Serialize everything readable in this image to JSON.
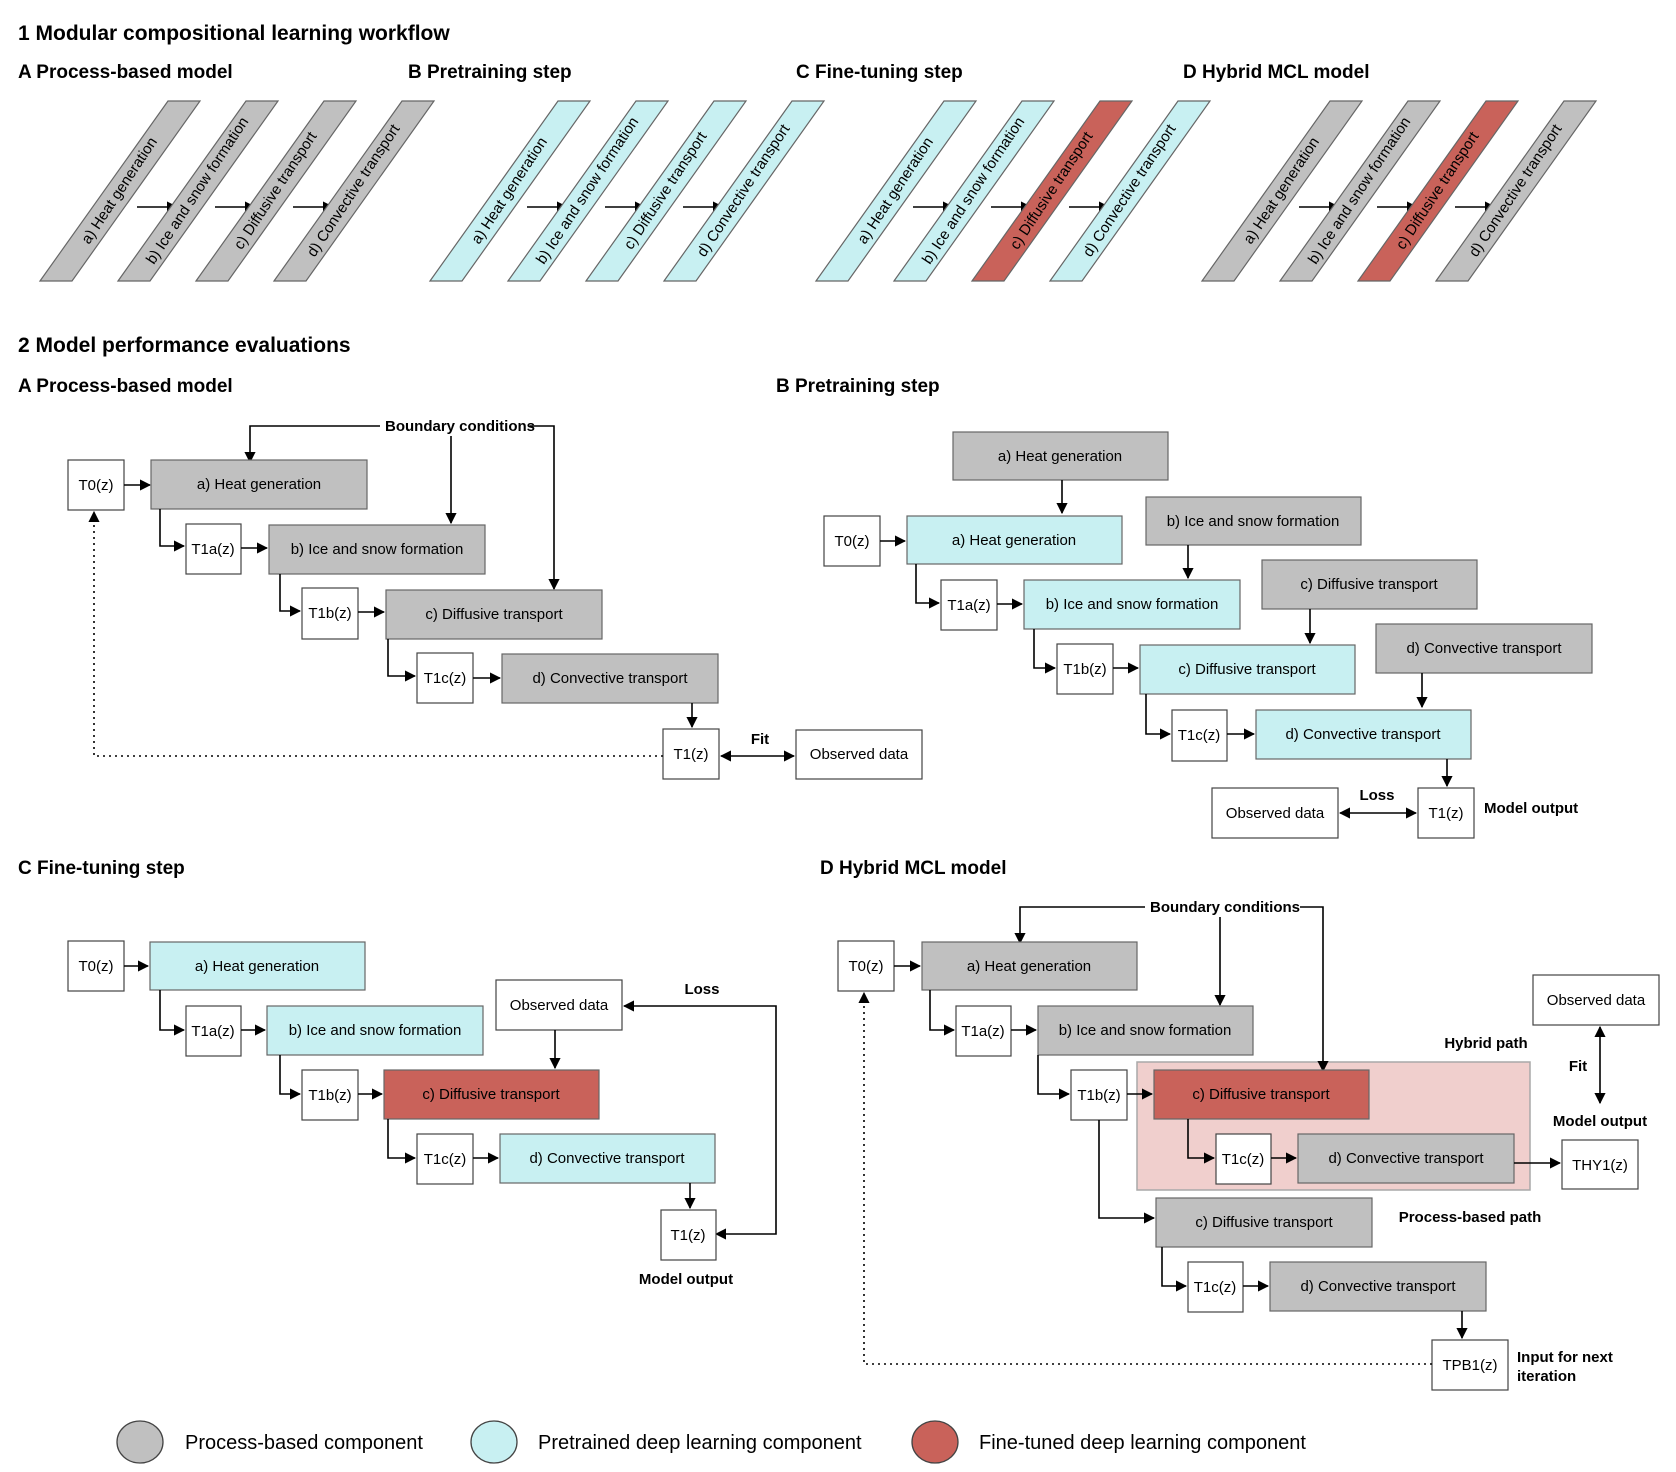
{
  "section1": {
    "title": "1 Modular compositional learning workflow",
    "panels": [
      {
        "title": "A Process-based model",
        "types": [
          "process",
          "process",
          "process",
          "process"
        ]
      },
      {
        "title": "B Pretraining step",
        "types": [
          "pretrained",
          "pretrained",
          "pretrained",
          "pretrained"
        ]
      },
      {
        "title": "C Fine-tuning step",
        "types": [
          "pretrained",
          "pretrained",
          "finetuned",
          "pretrained"
        ]
      },
      {
        "title": "D Hybrid MCL model",
        "types": [
          "process",
          "process",
          "finetuned",
          "process"
        ]
      }
    ],
    "module_labels": [
      "a) Heat generation",
      "b) Ice and snow formation",
      "c) Diffusive transport",
      "d) Convective transport"
    ]
  },
  "section2": {
    "title": "2 Model performance evaluations",
    "panelA": {
      "title": "A Process-based model",
      "boundary": "Boundary conditions",
      "t0": "T0(z)",
      "t1a": "T1a(z)",
      "t1b": "T1b(z)",
      "t1c": "T1c(z)",
      "t1": "T1(z)",
      "modules": [
        "a) Heat generation",
        "b) Ice and snow formation",
        "c) Diffusive transport",
        "d) Convective transport"
      ],
      "fit": "Fit",
      "observed": "Observed data"
    },
    "panelB": {
      "title": "B Pretraining step",
      "t0": "T0(z)",
      "t1a": "T1a(z)",
      "t1b": "T1b(z)",
      "t1c": "T1c(z)",
      "t1": "T1(z)",
      "modules": [
        "a) Heat generation",
        "b) Ice and snow formation",
        "c) Diffusive transport",
        "d) Convective transport"
      ],
      "loss": "Loss",
      "observed": "Observed data",
      "output": "Model output"
    },
    "panelC": {
      "title": "C Fine-tuning step",
      "t0": "T0(z)",
      "t1a": "T1a(z)",
      "t1b": "T1b(z)",
      "t1c": "T1c(z)",
      "t1": "T1(z)",
      "modules": [
        "a) Heat generation",
        "b) Ice and snow formation",
        "c) Diffusive transport",
        "d) Convective transport"
      ],
      "loss": "Loss",
      "observed": "Observed data",
      "output": "Model output"
    },
    "panelD": {
      "title": "D Hybrid MCL model",
      "boundary": "Boundary conditions",
      "t0": "T0(z)",
      "t1a": "T1a(z)",
      "t1b": "T1b(z)",
      "t1c": "T1c(z)",
      "thy1": "THY1(z)",
      "tpb1": "TPB1(z)",
      "modules": [
        "a) Heat generation",
        "b) Ice and snow formation",
        "c) Diffusive transport",
        "d) Convective transport"
      ],
      "hybrid_path": "Hybrid path",
      "process_path": "Process-based path",
      "observed": "Observed data",
      "fit": "Fit",
      "output": "Model output",
      "next_iter": [
        "Input for next",
        "iteration"
      ]
    }
  },
  "legend": [
    {
      "label": "Process-based component",
      "color": "#c0c0c0"
    },
    {
      "label": "Pretrained deep learning component",
      "color": "#c8f0f2"
    },
    {
      "label": "Fine-tuned deep learning component",
      "color": "#c9625a"
    }
  ]
}
